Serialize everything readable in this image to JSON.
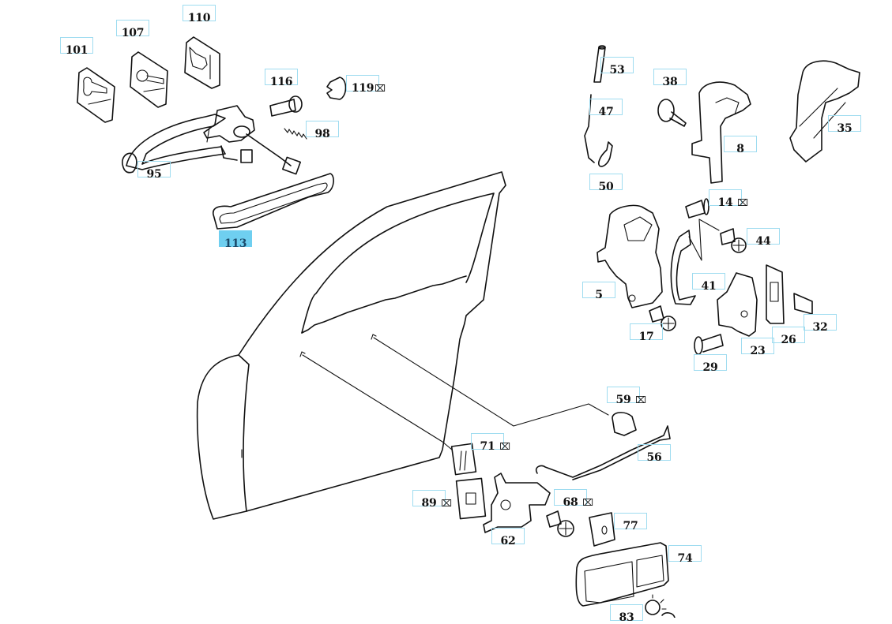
{
  "diagram": {
    "title": "Front door lock and handle parts diagram",
    "accent_color": "#6fcff0",
    "callout_border_color": "#9fdcf0",
    "selected_callout": "113",
    "callouts": [
      {
        "id": "101",
        "label": "101",
        "mark": ""
      },
      {
        "id": "107",
        "label": "107",
        "mark": ""
      },
      {
        "id": "110",
        "label": "110",
        "mark": ""
      },
      {
        "id": "116",
        "label": "116",
        "mark": ""
      },
      {
        "id": "119",
        "label": "119",
        "mark": "⌧"
      },
      {
        "id": "98",
        "label": "98",
        "mark": ""
      },
      {
        "id": "95",
        "label": "95",
        "mark": ""
      },
      {
        "id": "113",
        "label": "113",
        "mark": ""
      },
      {
        "id": "53",
        "label": "53",
        "mark": ""
      },
      {
        "id": "47",
        "label": "47",
        "mark": ""
      },
      {
        "id": "50",
        "label": "50",
        "mark": ""
      },
      {
        "id": "38",
        "label": "38",
        "mark": ""
      },
      {
        "id": "8",
        "label": "8",
        "mark": ""
      },
      {
        "id": "35",
        "label": "35",
        "mark": ""
      },
      {
        "id": "14",
        "label": "14",
        "mark": "⌧"
      },
      {
        "id": "44",
        "label": "44",
        "mark": ""
      },
      {
        "id": "41",
        "label": "41",
        "mark": ""
      },
      {
        "id": "5",
        "label": "5",
        "mark": ""
      },
      {
        "id": "17",
        "label": "17",
        "mark": ""
      },
      {
        "id": "32",
        "label": "32",
        "mark": ""
      },
      {
        "id": "26",
        "label": "26",
        "mark": ""
      },
      {
        "id": "23",
        "label": "23",
        "mark": ""
      },
      {
        "id": "29",
        "label": "29",
        "mark": ""
      },
      {
        "id": "59",
        "label": "59",
        "mark": "⌧"
      },
      {
        "id": "56",
        "label": "56",
        "mark": ""
      },
      {
        "id": "71",
        "label": "71",
        "mark": "⌧"
      },
      {
        "id": "89",
        "label": "89",
        "mark": "⌧"
      },
      {
        "id": "68",
        "label": "68",
        "mark": "⌧"
      },
      {
        "id": "62",
        "label": "62",
        "mark": ""
      },
      {
        "id": "77",
        "label": "77",
        "mark": ""
      },
      {
        "id": "74",
        "label": "74",
        "mark": ""
      },
      {
        "id": "83",
        "label": "83",
        "mark": ""
      }
    ]
  }
}
